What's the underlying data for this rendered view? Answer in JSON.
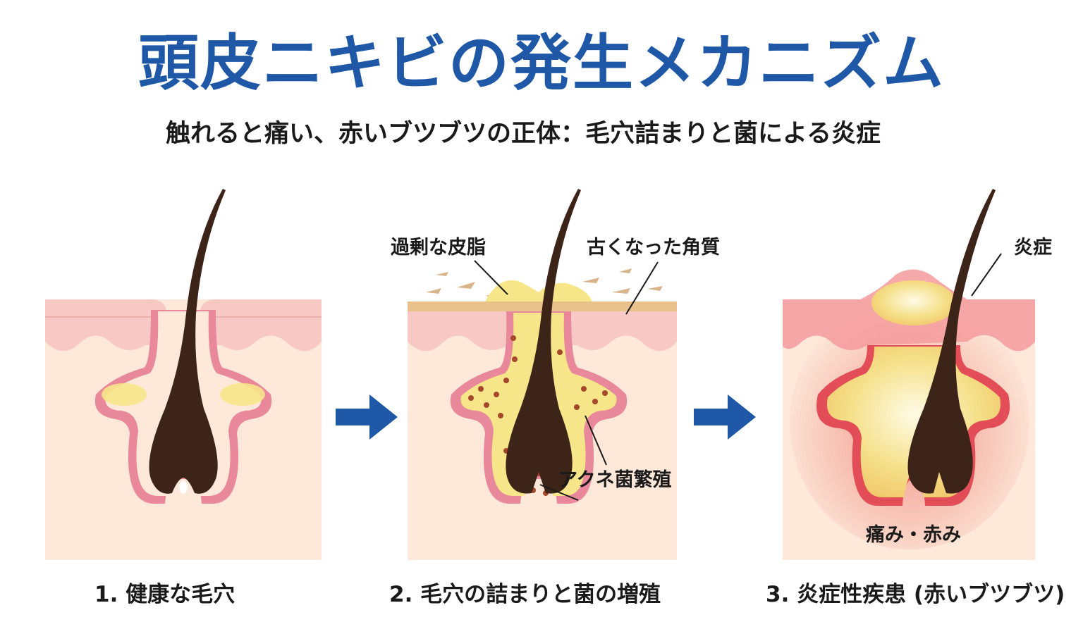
{
  "title": "頭皮ニキビの発生メカニズム",
  "subtitle": "触れると痛い、赤いブツブツの正体：毛穴詰まりと菌による炎症",
  "panels": [
    {
      "caption": "1. 健康な毛穴"
    },
    {
      "caption": "2. 毛穴の詰まりと菌の増殖",
      "labels": {
        "sebum": "過剰な皮脂",
        "keratin": "古くなった角質",
        "bacteria": "アクネ菌繁殖"
      }
    },
    {
      "caption": "3. 炎症性疾患 (赤いブツブツ)",
      "labels": {
        "inflammation": "炎症",
        "pain": "痛み・赤み"
      }
    }
  ],
  "colors": {
    "title": "#1f58a6",
    "arrow": "#1f58a6",
    "skin": "#fde8da",
    "epidermis": "#f7c8c4",
    "follicle_wall": "#e8889a",
    "hair": "#3d2419",
    "sebum": "#f7e58a",
    "keratin_layer": "#e8c18b",
    "bacteria_dot": "#a5472a",
    "inflamed": "#e8434f"
  },
  "icons": [
    "right-arrow-icon",
    "right-arrow-icon"
  ]
}
